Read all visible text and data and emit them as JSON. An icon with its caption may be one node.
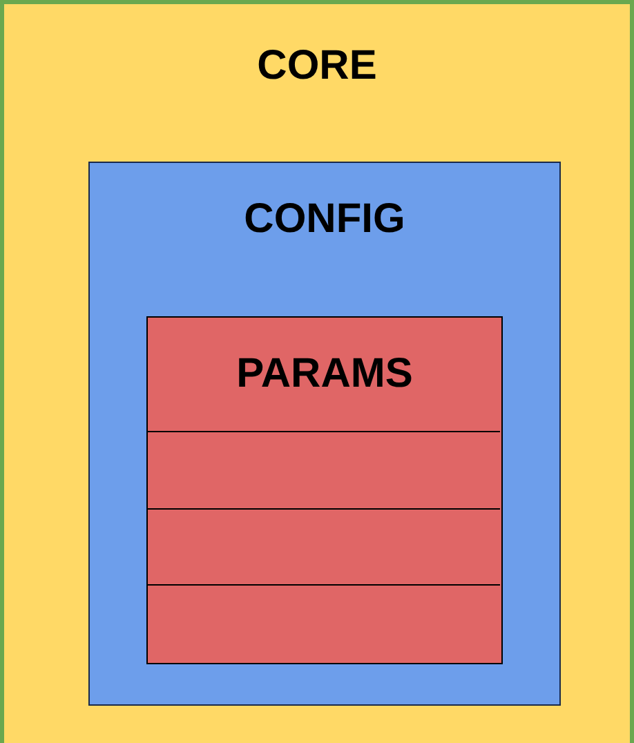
{
  "diagram": {
    "nodes": [
      {
        "text": [
          "CORE"
        ]
      },
      {
        "text": [
          "CONFIG"
        ],
        "in": 0
      },
      {
        "text": [
          "PARAMS"
        ],
        "in": 1
      },
      {
        "text": [],
        "shape": "box",
        "in": 2
      },
      {
        "text": [],
        "shape": "box",
        "in": 2
      },
      {
        "text": [],
        "shape": "box",
        "in": 2
      }
    ]
  }
}
